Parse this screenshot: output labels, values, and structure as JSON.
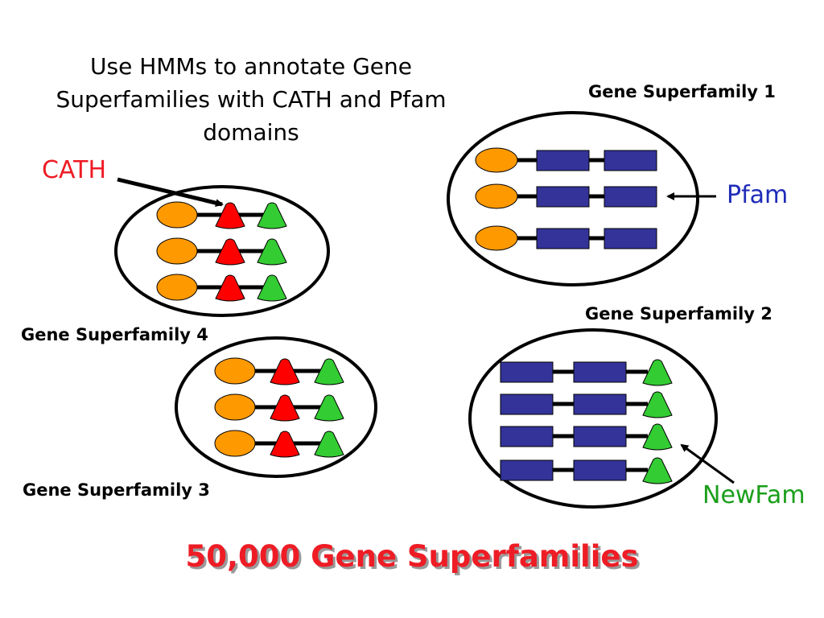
{
  "heading": {
    "line1": "Use HMMs to annotate Gene",
    "line2": "Superfamilies with CATH and Pfam",
    "line3": "domains"
  },
  "labels": {
    "cath": "CATH",
    "pfam": "Pfam",
    "newfam": "NewFam"
  },
  "superfamilies": {
    "sf1": "Gene Superfamily 1",
    "sf2": "Gene Superfamily 2",
    "sf3": "Gene Superfamily 3",
    "sf4": "Gene Superfamily 4"
  },
  "footer": "50,000 Gene Superfamilies",
  "colors": {
    "cath_domain": "#ff0000",
    "newfam_domain": "#33cc33",
    "pfam_domain": "#333399",
    "orange_domain": "#ff9900",
    "cath_text": "#ee1c25",
    "pfam_text": "#1f2bb8",
    "newfam_text": "#1a9e1a"
  }
}
